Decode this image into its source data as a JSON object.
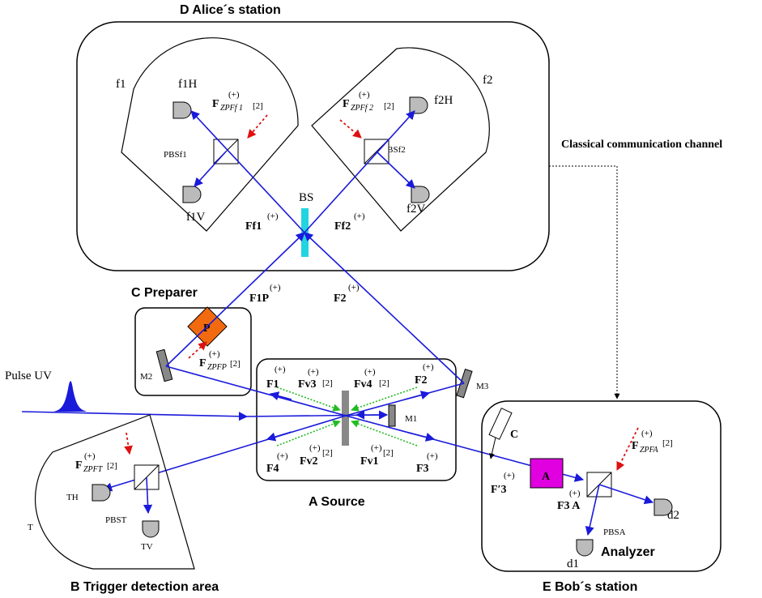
{
  "sections": {
    "alice": "D  Alice´s station",
    "preparer": "C  Preparer",
    "source": "A  Source",
    "trigger": "B  Trigger detection area",
    "bob": "E  Bob´s station",
    "analyzer": "Analyzer",
    "classical_channel": "Classical communication channel",
    "pulse_uv": "Pulse UV"
  },
  "labels": {
    "f1": "f1",
    "f2": "f2",
    "f1H": "f1H",
    "f1V": "f1V",
    "f2H": "f2H",
    "f2V": "f2V",
    "PBSf1": "PBSf1",
    "PBSf2": "PBSf2",
    "BS": "BS",
    "Ff1": "Ff1",
    "Ff2": "Ff2",
    "F1P": "F1P",
    "F2": "F2",
    "M1": "M1",
    "M2": "M2",
    "M3": "M3",
    "P": "P",
    "A": "A",
    "C": "C",
    "T": "T",
    "TH": "TH",
    "TV": "TV",
    "PBST": "PBST",
    "PBSA": "PBSA",
    "d1": "d1",
    "d2": "d2",
    "src_F1": "F1",
    "src_F2": "F2",
    "src_F3": "F3",
    "src_F4": "F4",
    "Fv1": "Fv1",
    "Fv2": "Fv2",
    "Fv3": "Fv3",
    "Fv4": "Fv4",
    "F3prime": "F′3",
    "F3A": "F3 A",
    "ZPFf1": "ZPFf 1",
    "ZPFf2": "ZPFf 2",
    "ZPFP": "ZPFP",
    "ZPFT": "ZPFT",
    "ZPFA": "ZPFA",
    "plus": "(+)",
    "two": "[2]"
  },
  "colors": {
    "beam": "#1a1adb",
    "zpf_arrow": "#dd1111",
    "vacuum": "#22bb22",
    "bs": "#22d3e0",
    "preparer": "#f26a10",
    "analyzer": "#e000e0",
    "mirror": "#888888"
  }
}
